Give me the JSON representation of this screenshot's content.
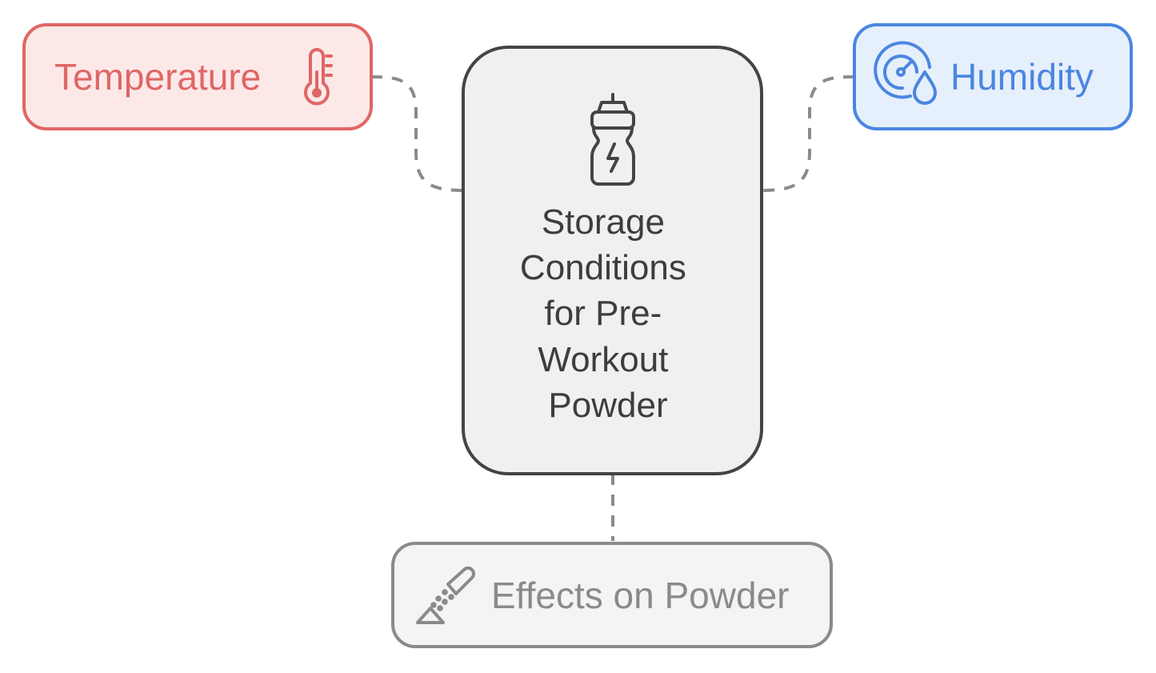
{
  "diagram": {
    "center": {
      "lines": [
        "Storage",
        "Conditions",
        "for Pre-",
        "Workout",
        "Powder"
      ],
      "icon": "shaker-bottle-icon"
    },
    "nodes": {
      "temperature": {
        "label": "Temperature",
        "icon": "thermometer-icon"
      },
      "humidity": {
        "label": "Humidity",
        "icon": "humidity-gauge-icon"
      },
      "effects": {
        "label": "Effects on Powder",
        "icon": "powder-scoop-icon"
      }
    },
    "colors": {
      "temperature_stroke": "#e06666",
      "temperature_fill": "#fde8e8",
      "humidity_stroke": "#4a86e0",
      "humidity_fill": "#e6effc",
      "center_stroke": "#444444",
      "center_fill": "#f0f0f0",
      "effects_stroke": "#8a8a8a",
      "effects_fill": "#f4f4f4",
      "connector": "#8a8a8a"
    }
  }
}
